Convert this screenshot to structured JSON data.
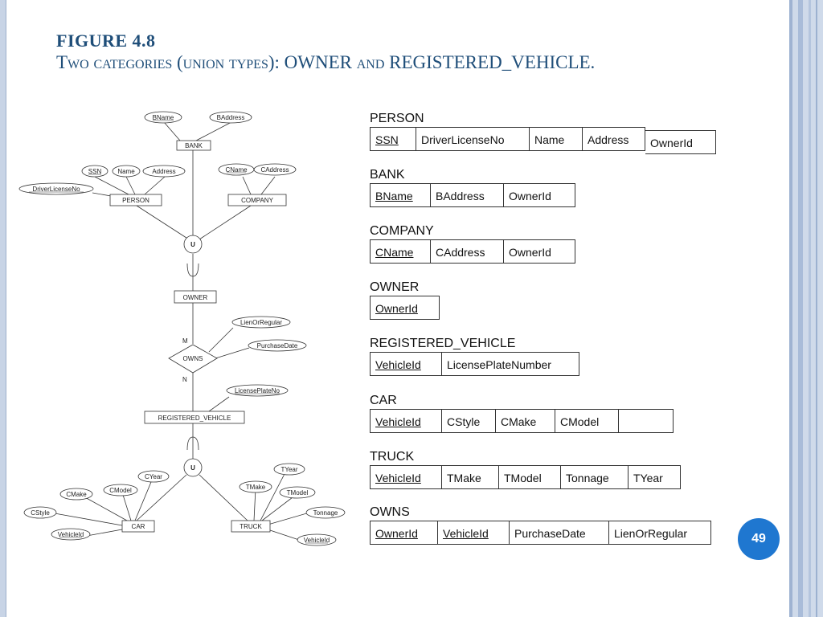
{
  "title": {
    "figure": "FIGURE 4.8",
    "caption": "Two categories (union types): OWNER and REGISTERED_VEHICLE."
  },
  "er_diagram": {
    "entities": [
      "BANK",
      "PERSON",
      "COMPANY",
      "OWNER",
      "REGISTERED_VEHICLE",
      "CAR",
      "TRUCK"
    ],
    "relationship": "OWNS",
    "union_symbol": "U",
    "cardinality": [
      "M",
      "N"
    ],
    "attributes": {
      "bname": "BName",
      "baddress": "BAddress",
      "ssn": "SSN",
      "name": "Name",
      "address": "Address",
      "dln": "DriverLicenseNo",
      "cname": "CName",
      "caddress": "CAddress",
      "lien": "LienOrRegular",
      "purchase": "PurchaseDate",
      "plate": "LicensePlateNo",
      "cyear": "CYear",
      "cmake": "CMake",
      "cmodel": "CModel",
      "cstyle": "CStyle",
      "car_vid": "VehicleId",
      "tyear": "TYear",
      "tmake": "TMake",
      "tmodel": "TModel",
      "tonnage": "Tonnage",
      "truck_vid": "VehicleId"
    }
  },
  "relations": [
    {
      "name": "PERSON",
      "cols": [
        "SSN",
        "DriverLicenseNo",
        "Name",
        "Address",
        "OwnerId"
      ]
    },
    {
      "name": "BANK",
      "cols": [
        "BName",
        "BAddress",
        "OwnerId"
      ]
    },
    {
      "name": "COMPANY",
      "cols": [
        "CName",
        "CAddress",
        "OwnerId"
      ]
    },
    {
      "name": "OWNER",
      "cols": [
        "OwnerId"
      ]
    },
    {
      "name": "REGISTERED_VEHICLE",
      "cols": [
        "VehicleId",
        "LicensePlateNumber"
      ]
    },
    {
      "name": "CAR",
      "cols": [
        "VehicleId",
        "CStyle",
        "CMake",
        "CModel",
        ""
      ]
    },
    {
      "name": "TRUCK",
      "cols": [
        "VehicleId",
        "TMake",
        "TModel",
        "Tonnage",
        "TYear"
      ]
    },
    {
      "name": "OWNS",
      "cols": [
        "OwnerId",
        "VehicleId",
        "PurchaseDate",
        "LienOrRegular"
      ]
    }
  ],
  "page_number": "49",
  "colors": {
    "title": "#1f4e79",
    "badge": "#1f77d0"
  }
}
